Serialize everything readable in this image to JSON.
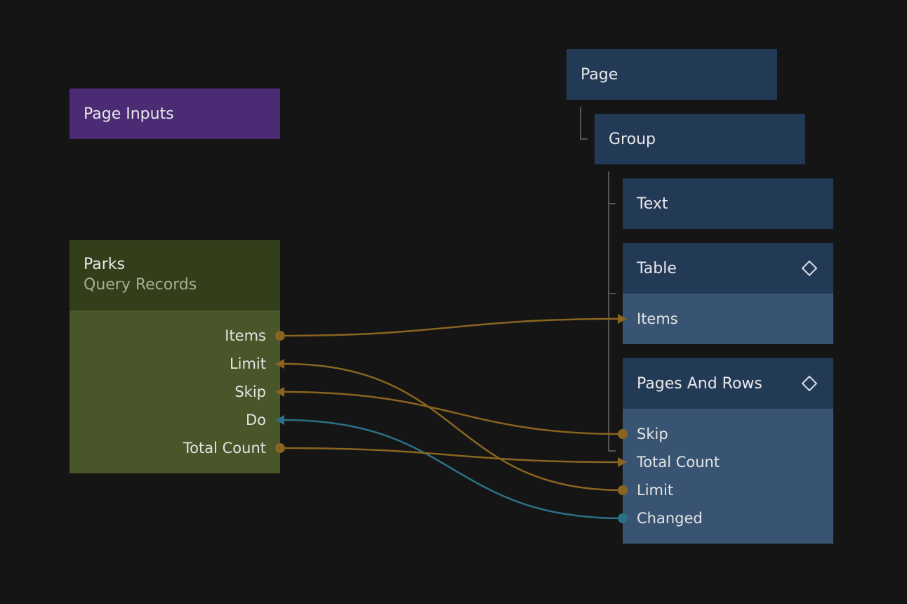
{
  "nodes": {
    "page": {
      "label": "Page"
    },
    "group": {
      "label": "Group"
    },
    "text": {
      "label": "Text"
    },
    "table": {
      "label": "Table",
      "ports": {
        "items": "Items"
      }
    },
    "pages_and_rows": {
      "label": "Pages And Rows",
      "ports": {
        "skip": "Skip",
        "total_count": "Total Count",
        "limit": "Limit",
        "changed": "Changed"
      }
    },
    "page_inputs": {
      "label": "Page Inputs"
    },
    "parks": {
      "title": "Parks",
      "subtitle": "Query Records",
      "ports": {
        "items": "Items",
        "limit": "Limit",
        "skip": "Skip",
        "do": "Do",
        "total_count": "Total Count"
      }
    }
  },
  "colors": {
    "background": "#151515",
    "visual_header": "#233a57",
    "visual_body": "#395472",
    "component_header": "#4a2b74",
    "data_header": "#333f1b",
    "data_body": "#495629",
    "data_wire": "#8a6520",
    "signal_wire": "#2c7087",
    "tree_line": "#555555"
  },
  "connections": [
    {
      "from": "parks.items",
      "to": "table.items",
      "kind": "data"
    },
    {
      "from": "pages_and_rows.limit",
      "to": "parks.limit",
      "kind": "data"
    },
    {
      "from": "pages_and_rows.skip",
      "to": "parks.skip",
      "kind": "data"
    },
    {
      "from": "pages_and_rows.changed",
      "to": "parks.do",
      "kind": "signal"
    },
    {
      "from": "parks.total_count",
      "to": "pages_and_rows.total_count",
      "kind": "data"
    }
  ]
}
